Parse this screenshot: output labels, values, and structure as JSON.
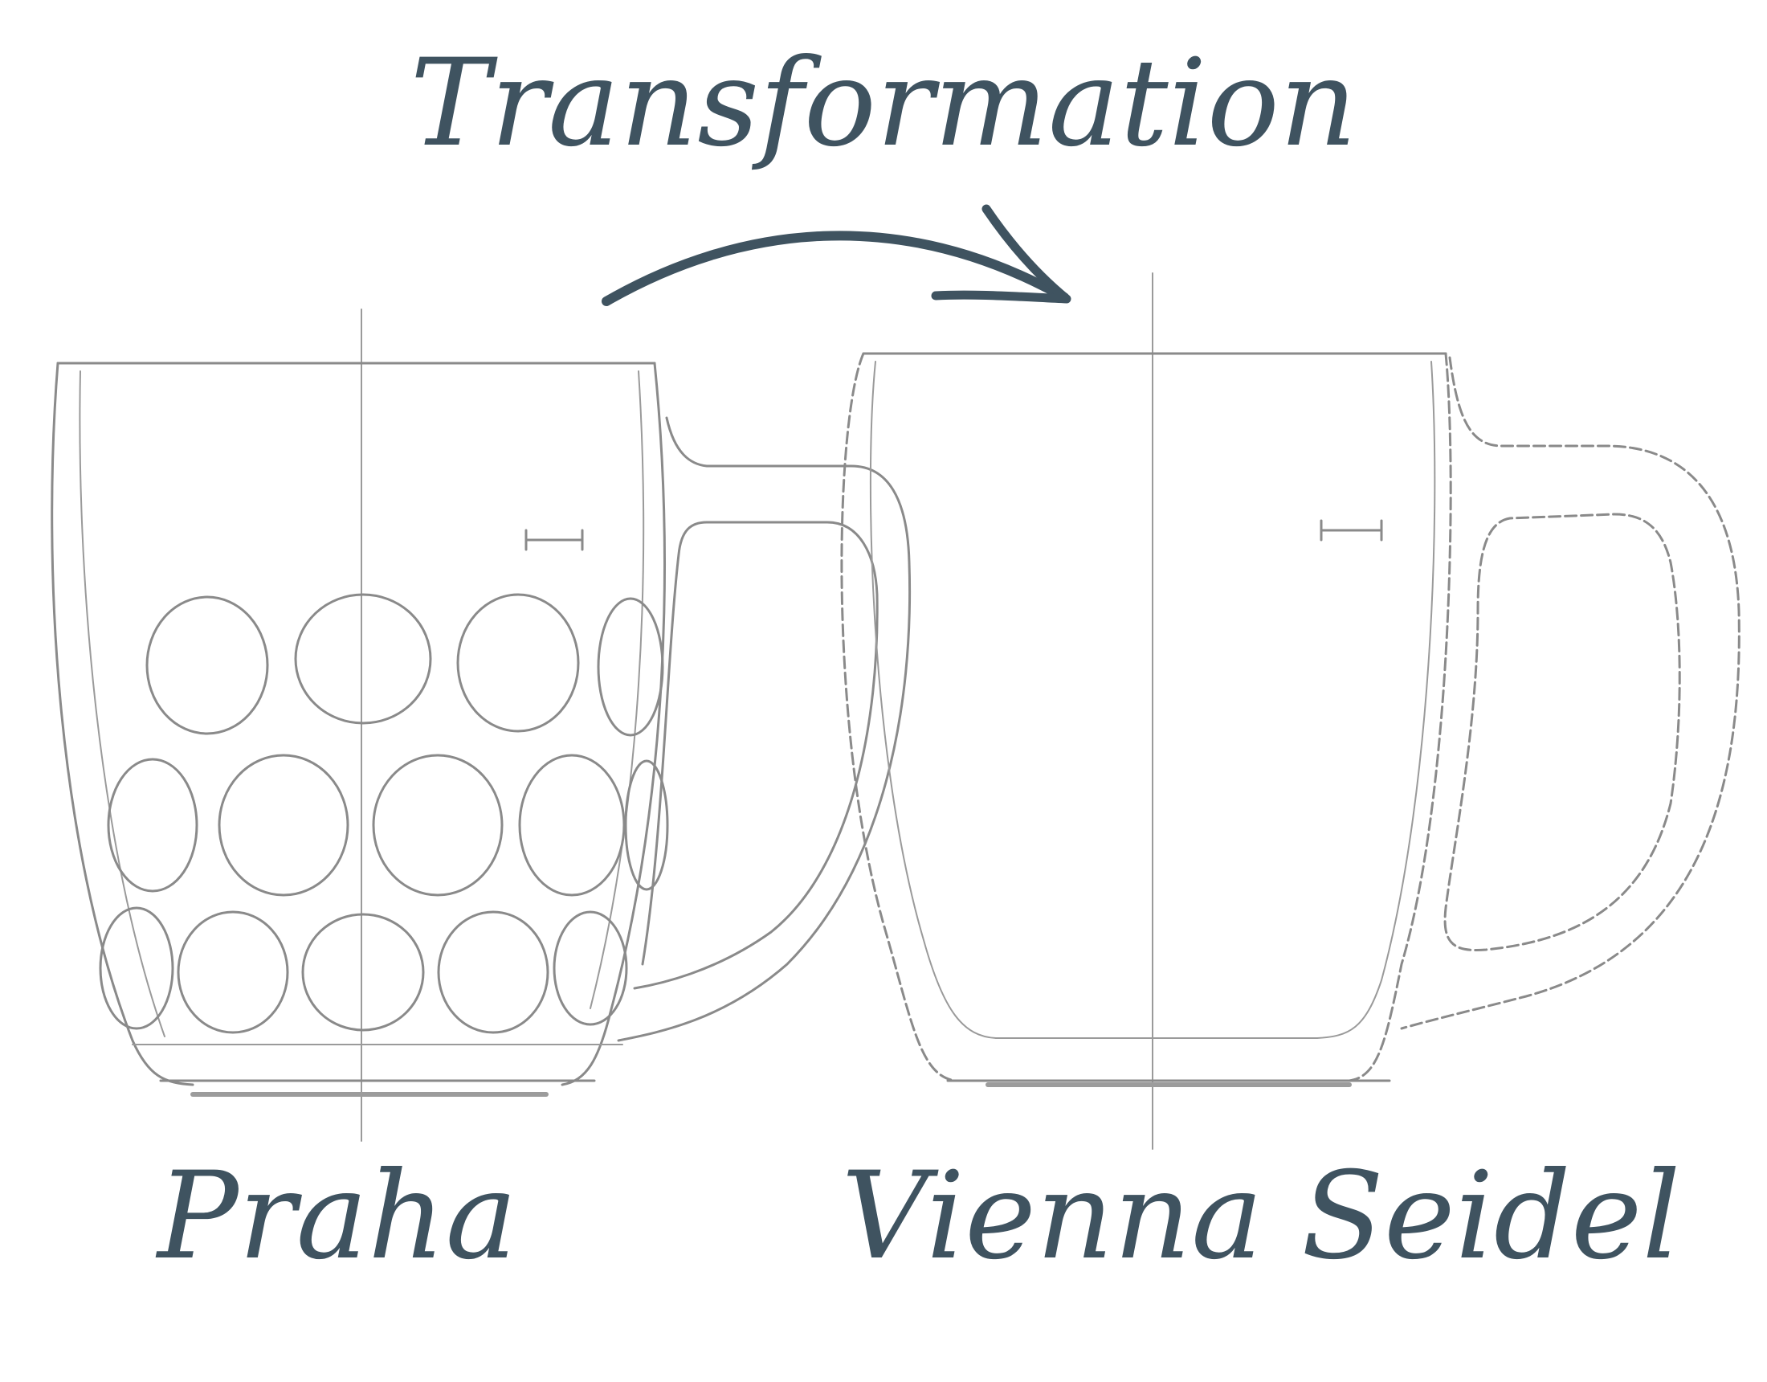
{
  "title": "Transformation",
  "mugs": [
    {
      "name": "Praha"
    },
    {
      "name": "Vienna Seidel"
    }
  ],
  "colors": {
    "lettering": "#3f5360",
    "sketch_line": "#8a8a8a",
    "background": "#ffffff"
  }
}
